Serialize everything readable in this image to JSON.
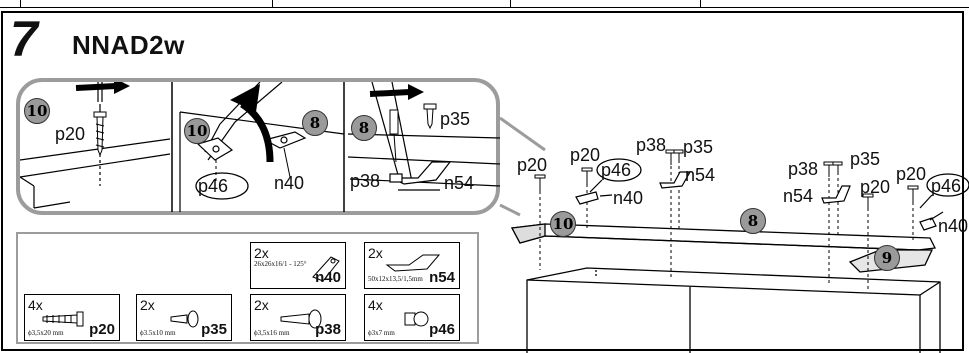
{
  "step": {
    "number": "7",
    "title": "NNAD2w"
  },
  "detail": {
    "panel1": {
      "marker": "10",
      "screw_label": "p20"
    },
    "panel2": {
      "marker_left": "10",
      "marker_right": "8",
      "part_a": "p46",
      "part_b": "n40"
    },
    "panel3": {
      "marker": "8",
      "screw_label": "p35",
      "part_a": "p38",
      "part_b": "n54"
    }
  },
  "main": {
    "labels_left": {
      "p20_a": "p20",
      "p20_b": "p20",
      "p46": "p46",
      "n40": "n40",
      "p38": "p38",
      "p35": "p35",
      "n54": "n54"
    },
    "labels_right": {
      "p38": "p38",
      "p35": "p35",
      "n54": "n54",
      "p20_a": "p20",
      "p20_b": "p20",
      "p46": "p46",
      "n40": "n40"
    },
    "markers": {
      "left": "10",
      "center": "8",
      "right": "9"
    }
  },
  "parts": [
    {
      "qty": "2x",
      "dim": "26x26x16/1 - 125°",
      "code": "n40"
    },
    {
      "qty": "2x",
      "dim": "50x12x13,5/1,5mm",
      "code": "n54"
    },
    {
      "qty": "4x",
      "dim": "ϕ3,5x20 mm",
      "code": "p20"
    },
    {
      "qty": "2x",
      "dim": "ϕ3.5x10 mm",
      "code": "p35"
    },
    {
      "qty": "2x",
      "dim": "ϕ3,5x16 mm",
      "code": "p38"
    },
    {
      "qty": "4x",
      "dim": "ϕ3x7 mm",
      "code": "p46"
    }
  ],
  "colors": {
    "callout_border": "#9c9c9c",
    "marker_fill": "#9a9a9a",
    "line": "#000000"
  },
  "icons": [
    "arrow-right-icon",
    "rotate-arrow-icon",
    "screwdriver-icon",
    "screw-icon",
    "bracket-icon"
  ]
}
